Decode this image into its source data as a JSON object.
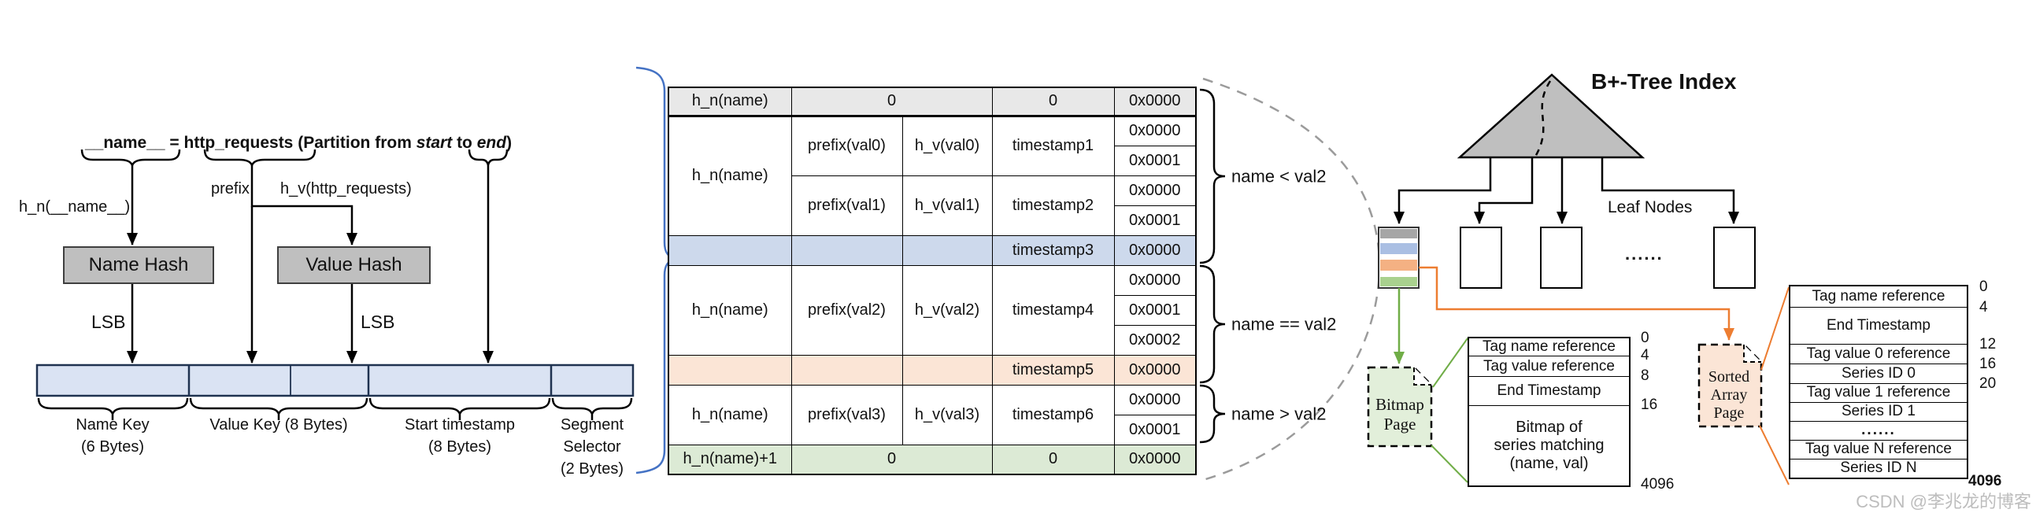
{
  "left": {
    "title": {
      "pre": "__name__ = http_requests (Partition from ",
      "start_word": "start",
      "mid": " to ",
      "end_word": "end",
      "post": ")"
    },
    "hn_label": "h_n(__name__)",
    "prefix_label": "prefix",
    "hv_label": "h_v(http_requests)",
    "name_hash": "Name Hash",
    "value_hash": "Value Hash",
    "lsb_left": "LSB",
    "lsb_right": "LSB",
    "seg_name_1": "Name Key",
    "seg_name_2": "(6 Bytes)",
    "seg_value_1": "Value Key (8 Bytes)",
    "seg_start_1": "Start timestamp",
    "seg_start_2": "(8 Bytes)",
    "seg_sel_1": "Segment",
    "seg_sel_2": "Selector",
    "seg_sel_3": "(2 Bytes)"
  },
  "key_table": {
    "header": [
      "h_n(name)",
      "0",
      "0",
      "0x0000"
    ],
    "g1": {
      "name": "h_n(name)",
      "prefix0": "prefix(val0)",
      "hv0": "h_v(val0)",
      "ts1": "timestamp1",
      "v1": "0x0000",
      "v2": "0x0001",
      "prefix1": "prefix(val1)",
      "hv1": "h_v(val1)",
      "ts2": "timestamp2",
      "v3": "0x0000",
      "v4": "0x0001"
    },
    "blue_row": {
      "ts": "timestamp3",
      "v": "0x0000"
    },
    "g2": {
      "name": "h_n(name)",
      "prefix": "prefix(val2)",
      "hv": "h_v(val2)",
      "ts": "timestamp4",
      "v1": "0x0000",
      "v2": "0x0001",
      "v3": "0x0002"
    },
    "orange_row": {
      "ts": "timestamp5",
      "v": "0x0000"
    },
    "g3": {
      "name": "h_n(name)",
      "prefix": "prefix(val3)",
      "hv": "h_v(val3)",
      "ts": "timestamp6",
      "v1": "0x0000",
      "v2": "0x0001"
    },
    "green_row": [
      "h_n(name)+1",
      "0",
      "0",
      "0x0000"
    ]
  },
  "range_labels": {
    "lt": "name < val2",
    "eq": "name == val2",
    "gt": "name > val2"
  },
  "btree": {
    "title": "B+-Tree Index",
    "leaf_nodes_label": "Leaf Nodes",
    "dots": "......"
  },
  "bitmap_page": {
    "box_line1": "Bitmap",
    "box_line2": "Page",
    "rows": [
      "Tag name reference",
      "Tag value reference",
      "End Timestamp"
    ],
    "big_row": [
      "Bitmap of",
      "series matching",
      "(name, val)"
    ],
    "offsets": [
      "0",
      "4",
      "8",
      "16",
      "4096"
    ]
  },
  "sorted_page": {
    "box_line1": "Sorted",
    "box_line2": "Array",
    "box_line3": "Page",
    "rows": [
      "Tag name reference",
      "End Timestamp",
      "Tag value 0 reference",
      "Series ID 0",
      "Tag value 1 reference",
      "Series ID 1",
      "......",
      "Tag value N reference",
      "Series ID N"
    ],
    "offsets": [
      "0",
      "4",
      "12",
      "16",
      "20",
      "4096"
    ]
  },
  "watermark": "CSDN @李兆龙的博客",
  "colors": {
    "accent_blue_brace": "#4472c4",
    "green_line": "#70ad47",
    "orange_line": "#ed7d31",
    "row_blue": "#cdd9ec",
    "row_orange": "#fbe5d6",
    "row_green": "#dcead5",
    "header_gray": "#e8e8e8",
    "bar_fill": "#dae3f3",
    "hash_box_gray": "#bfbfbf",
    "stripe_gray": "#a6a6a6",
    "stripe_blue": "#aabfe3",
    "stripe_orange": "#f4b183",
    "stripe_green": "#a9d18e",
    "bitmap_page_fill": "#e2efda",
    "sorted_page_fill": "#fbe5d6",
    "dashed_arc_gray": "#9b9b9b"
  }
}
